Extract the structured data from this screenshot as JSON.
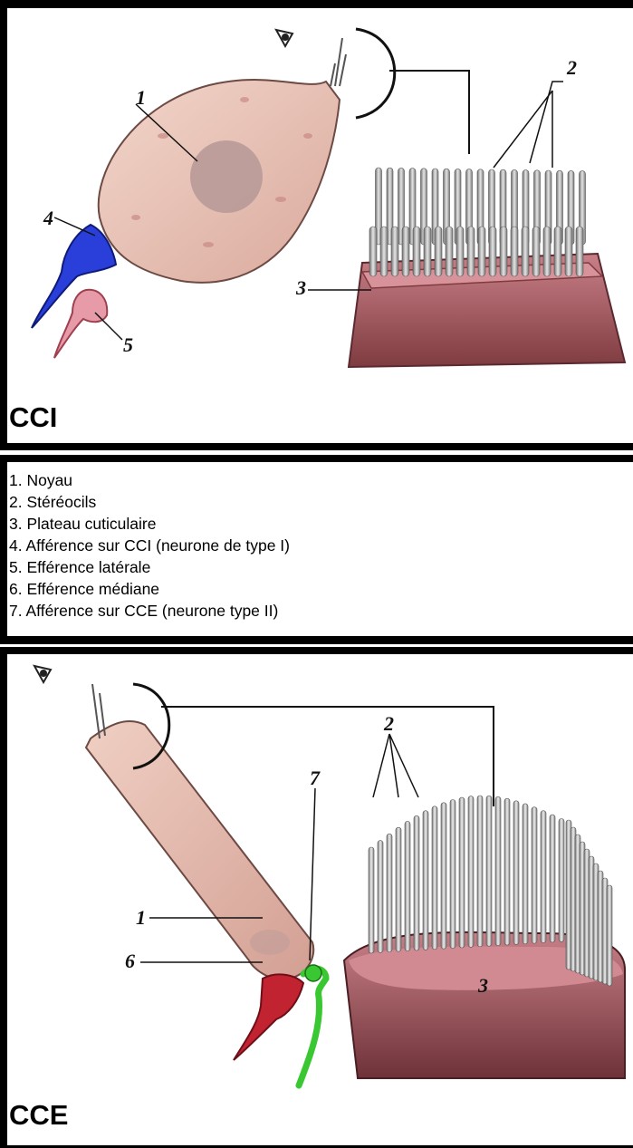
{
  "top_panel": {
    "title": "CCI"
  },
  "bottom_panel": {
    "title": "CCE"
  },
  "legend": {
    "items": [
      "1. Noyau",
      "2. Stéréocils",
      "3. Plateau cuticulaire",
      "4. Afférence sur CCI (neurone de type I)",
      "5. Efférence latérale",
      "6. Efférence médiane",
      "7. Afférence sur CCE (neurone type II)"
    ]
  },
  "cci_labels": {
    "n1": "1",
    "n2": "2",
    "n3": "3",
    "n4": "4",
    "n5": "5"
  },
  "cce_labels": {
    "n1": "1",
    "n2": "2",
    "n3": "3",
    "n6": "6",
    "n7": "7"
  },
  "colors": {
    "cell_body": "#e8c2b4",
    "nucleus": "#b89a98",
    "afferent_type1": "#2a3fd9",
    "lateral_efferent": "#e79aa8",
    "medial_efferent": "#c22330",
    "afferent_type2": "#3ac832",
    "cuticular_plate": "#c98088",
    "stereocilia": "#a9a9a9"
  }
}
